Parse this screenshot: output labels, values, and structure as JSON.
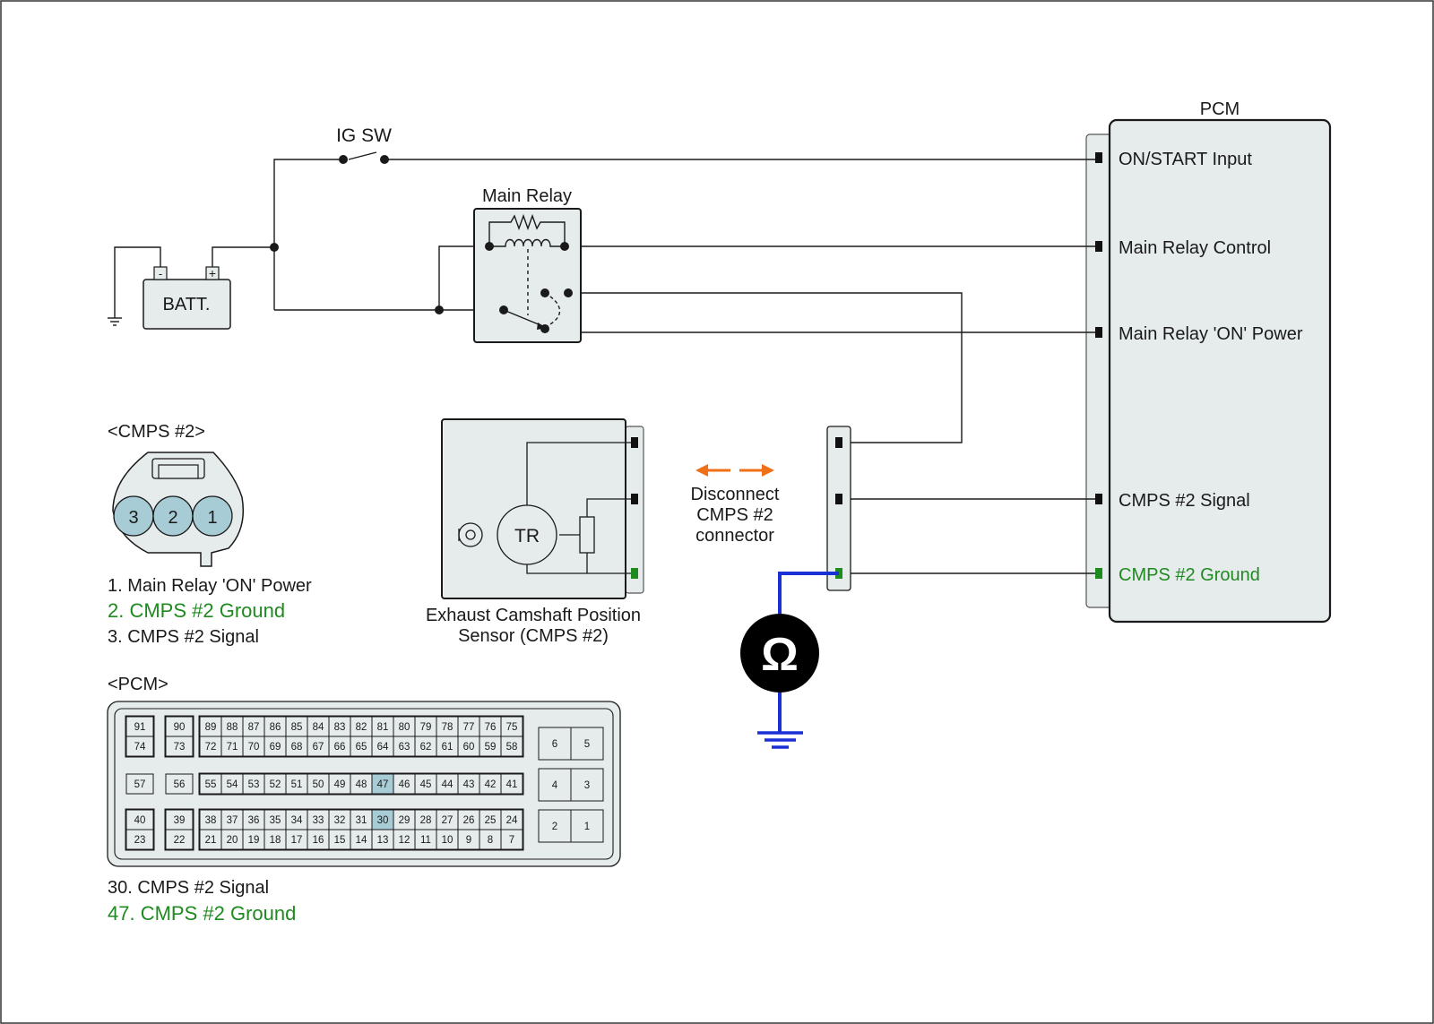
{
  "colors": {
    "line": "#1a1a1a",
    "box_fill": "#e6ebec",
    "pin_fill": "#a8ccd5",
    "highlight": "#1f8a1f",
    "meter_wire": "#1a2fd6",
    "arrow": "#f07018",
    "meter_body": "#000000"
  },
  "labels": {
    "ig_sw": "IG SW",
    "battery": "BATT.",
    "battery_minus": "-",
    "battery_plus": "+",
    "main_relay": "Main Relay",
    "pcm_title": "PCM",
    "sensor_tr": "TR",
    "sensor_name_line1": "Exhaust Camshaft Position",
    "sensor_name_line2": "Sensor (CMPS #2)",
    "disconnect_line1": "Disconnect",
    "disconnect_line2": "CMPS #2",
    "disconnect_line3": "connector",
    "ohm_symbol": "Ω"
  },
  "pcm_pins": [
    "ON/START Input",
    "Main Relay Control",
    "Main Relay 'ON' Power",
    "CMPS #2 Signal",
    "CMPS #2 Ground"
  ],
  "cmps_connector": {
    "title": "<CMPS #2>",
    "pin_numbers": [
      "3",
      "2",
      "1"
    ],
    "legend": [
      {
        "text": "1. Main Relay 'ON' Power",
        "highlight": false
      },
      {
        "text": "2. CMPS #2 Ground",
        "highlight": true
      },
      {
        "text": "3. CMPS #2 Signal",
        "highlight": false
      }
    ]
  },
  "pcm_connector": {
    "title": "<PCM>",
    "top_left_pins": [
      [
        "91",
        "74"
      ],
      [
        "90",
        "73"
      ]
    ],
    "top_row_1": [
      "89",
      "88",
      "87",
      "86",
      "85",
      "84",
      "83",
      "82",
      "81",
      "80",
      "79",
      "78",
      "77",
      "76",
      "75"
    ],
    "top_row_2": [
      "72",
      "71",
      "70",
      "69",
      "68",
      "67",
      "66",
      "65",
      "64",
      "63",
      "62",
      "61",
      "60",
      "59",
      "58"
    ],
    "mid_left_pins": [
      "57",
      "56"
    ],
    "mid_row": [
      "55",
      "54",
      "53",
      "52",
      "51",
      "50",
      "49",
      "48",
      "47",
      "46",
      "45",
      "44",
      "43",
      "42",
      "41"
    ],
    "bottom_left_pins": [
      [
        "40",
        "23"
      ],
      [
        "39",
        "22"
      ]
    ],
    "bottom_row_1": [
      "38",
      "37",
      "36",
      "35",
      "34",
      "33",
      "32",
      "31",
      "30",
      "29",
      "28",
      "27",
      "26",
      "25",
      "24"
    ],
    "bottom_row_2": [
      "21",
      "20",
      "19",
      "18",
      "17",
      "16",
      "15",
      "14",
      "13",
      "12",
      "11",
      "10",
      "9",
      "8",
      "7"
    ],
    "right_pins": [
      [
        "6",
        "5"
      ],
      [
        "4",
        "3"
      ],
      [
        "2",
        "1"
      ]
    ],
    "highlighted_pins": [
      "47",
      "30"
    ],
    "legend": [
      {
        "text": "30. CMPS #2 Signal",
        "highlight": false
      },
      {
        "text": "47. CMPS #2 Ground",
        "highlight": true
      }
    ]
  }
}
